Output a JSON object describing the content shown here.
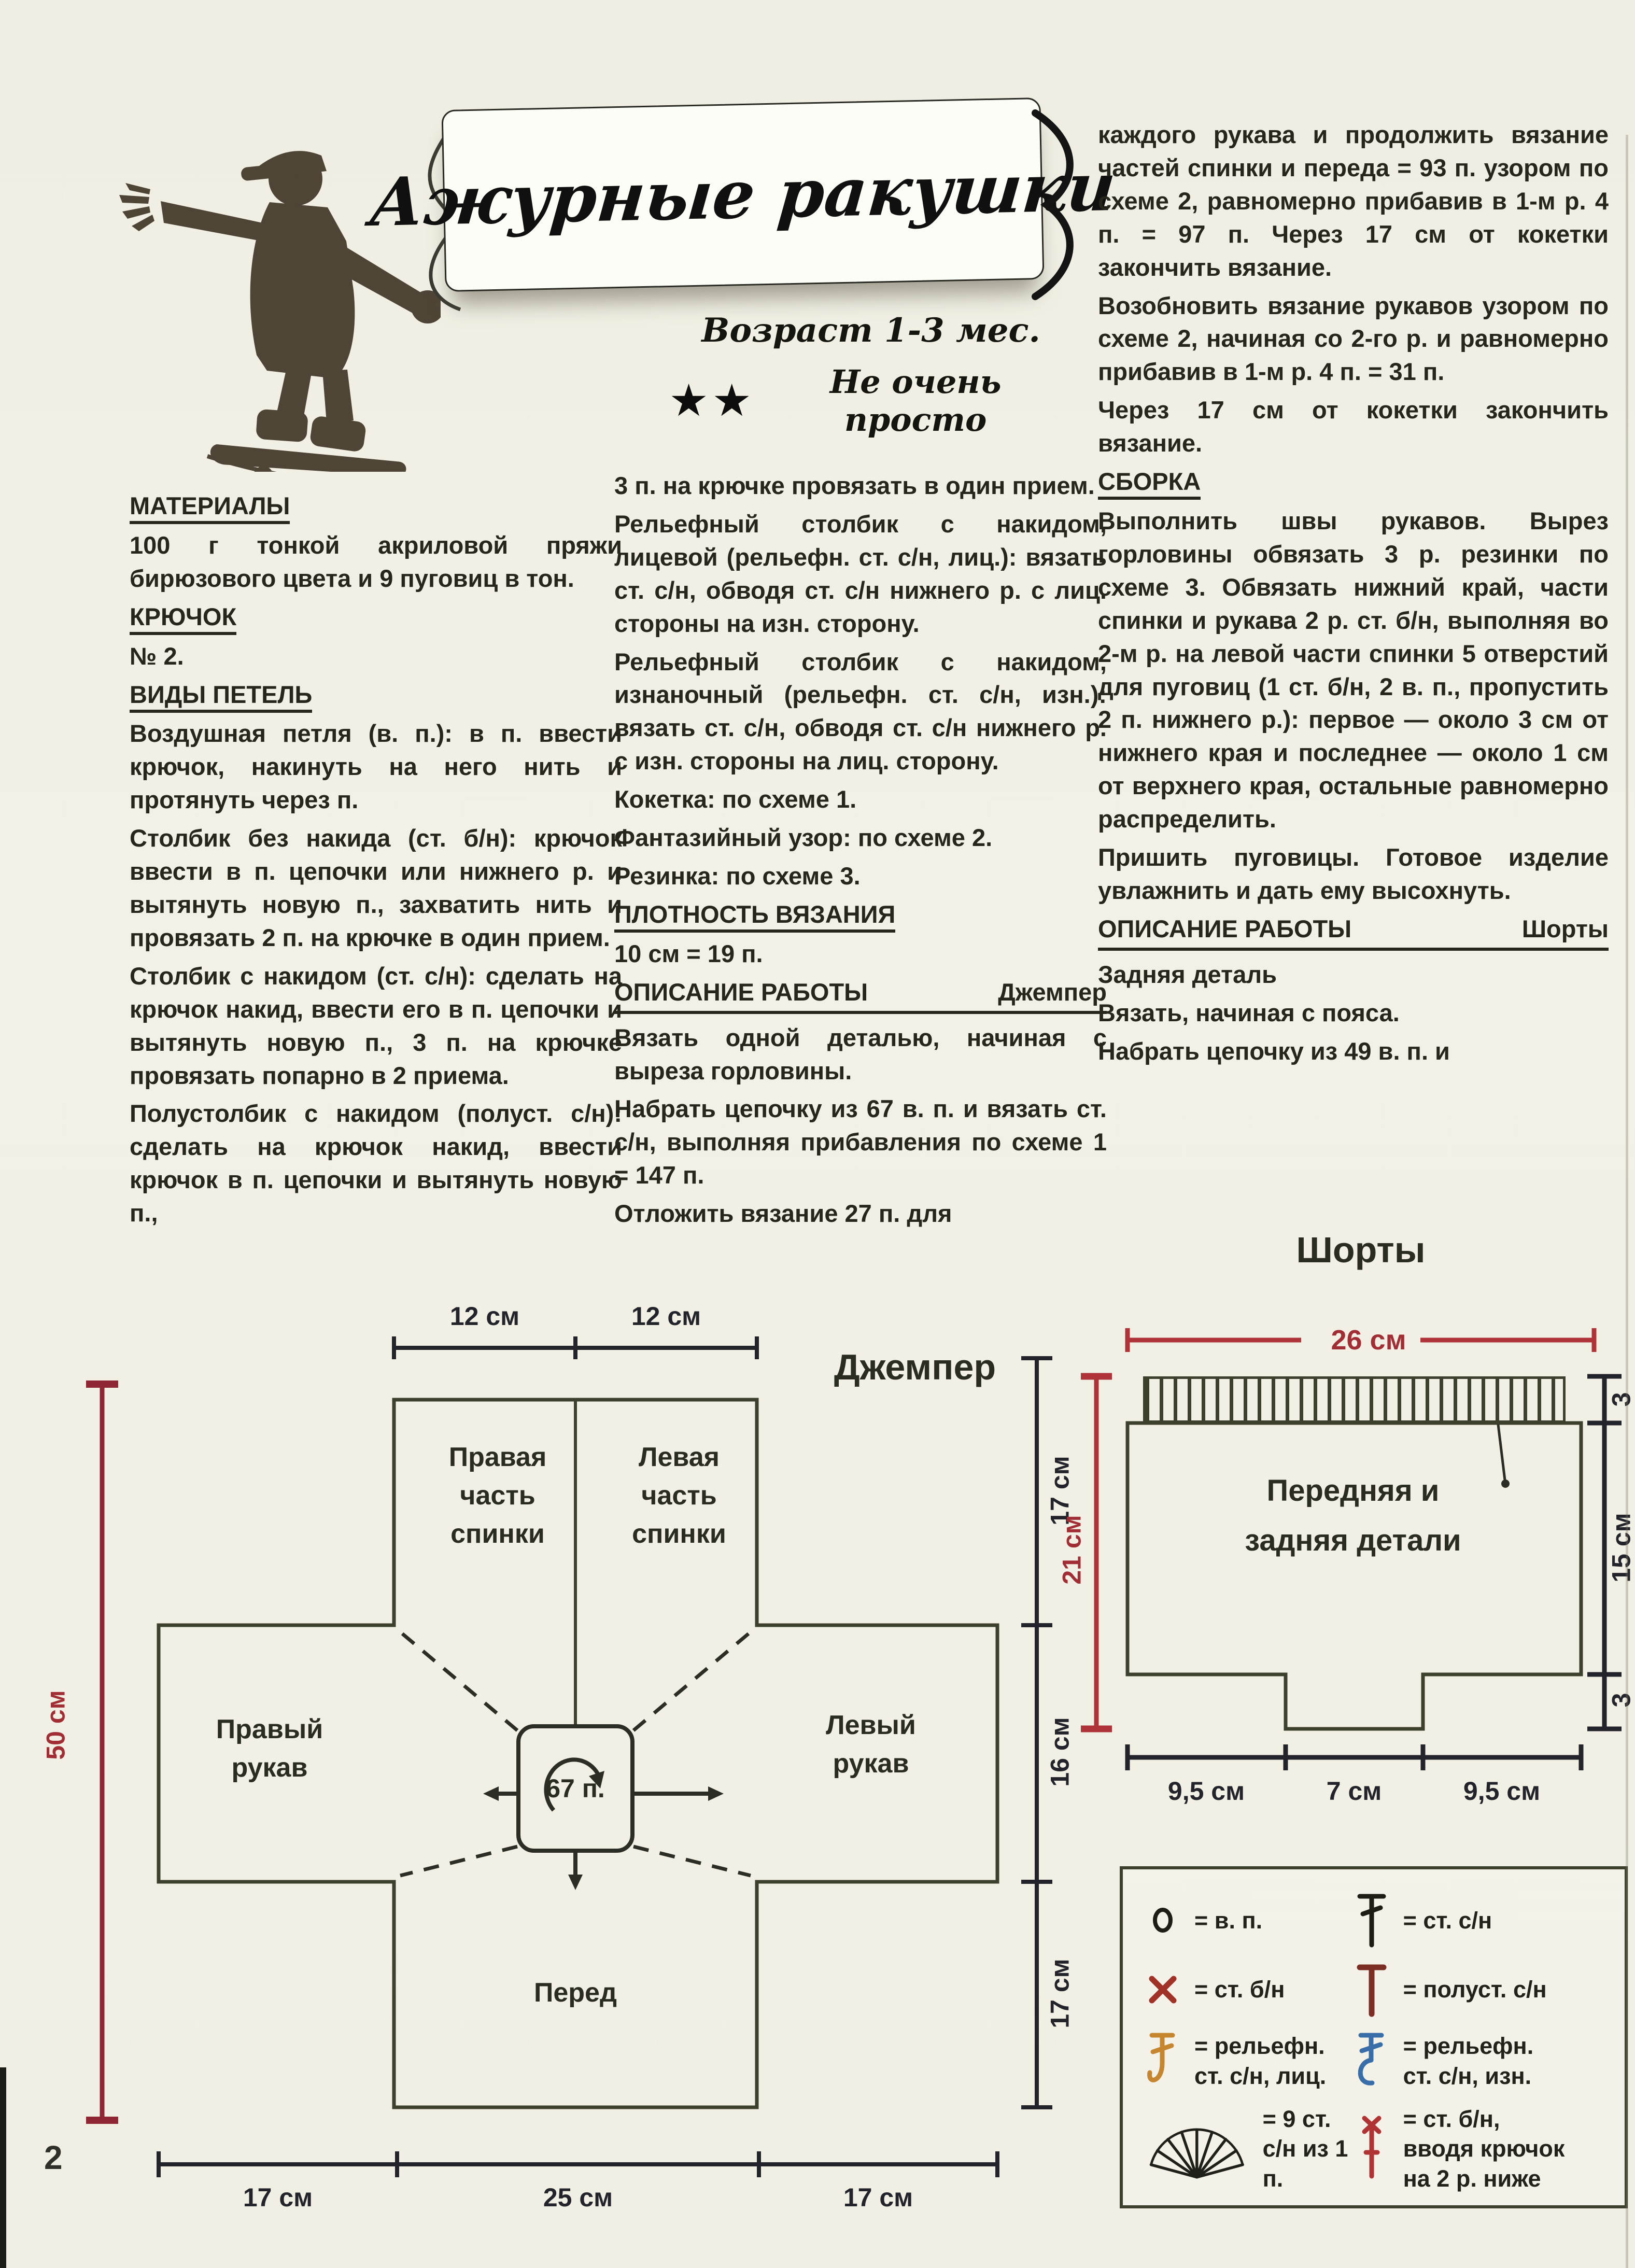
{
  "page": {
    "number": "2"
  },
  "header": {
    "title_script": "Ажурные ракушки",
    "age_line": "Возраст 1-3 мес.",
    "difficulty_stars": "★★",
    "difficulty_text": "Не очень просто"
  },
  "colors": {
    "paper": "#f2f0e5",
    "ink": "#26261d",
    "diagram_olive": "#3e402e",
    "measure_dark": "#22232b",
    "measure_red": "#a12e35",
    "legend_orange": "#c6862f",
    "legend_blue": "#3a6ea8",
    "legend_red": "#b13434",
    "legend_maroon": "#7d2e24"
  },
  "cols": {
    "c1": {
      "h_materials": "МАТЕРИАЛЫ",
      "p_materials": "100 г тонкой акриловой пряжи бирюзового цвета и 9 пуговиц в тон.",
      "h_hook": "КРЮЧОК",
      "p_hook": "№ 2.",
      "h_stitches": "ВИДЫ ПЕТЕЛЬ",
      "p1_lead": "Воздушная петля (в. п.):",
      "p1_rest": "в п. ввести крючок, накинуть на него нить и протянуть через п.",
      "p2_lead": "Столбик без накида (ст. б/н):",
      "p2_rest": "крючок ввести в п. цепочки или нижнего р. и вытянуть новую п., захватить нить и провязать 2 п. на крючке в один прием.",
      "p3_lead": "Столбик с накидом (ст. с/н):",
      "p3_rest": "сделать на крючок накид, ввести его в п. цепочки и вытянуть новую п., 3 п. на крючке провязать попарно в 2 приема.",
      "p4_lead": "Полустолбик с накидом (полуст. с/н):",
      "p4_rest": "сделать на крючок накид, ввести крючок в п. цепочки и вытянуть новую п.,"
    },
    "c2": {
      "p0": "3 п. на крючке провязать в один прием.",
      "p1_lead": "Рельефный столбик с накидом, лицевой (рельефн. ст. с/н, лиц.):",
      "p1_rest": "вязать ст. с/н, обводя ст. с/н нижнего р. с лиц. стороны на изн. сторону.",
      "p2_lead": "Рельефный столбик с накидом, изнаночный (рельефн. ст. с/н, изн.):",
      "p2_rest": "вязать ст. с/н, обводя ст. с/н нижнего р. с изн. стороны на лиц. сторону.",
      "p3_lead": "Кокетка:",
      "p3_rest": "по схеме 1.",
      "p4_lead": "Фантазийный узор:",
      "p4_rest": "по схеме 2.",
      "p5_lead": "Резинка:",
      "p5_rest": "по схеме 3.",
      "h_gauge": "ПЛОТНОСТЬ ВЯЗАНИЯ",
      "p_gauge": "10 см = 19 п.",
      "h_work": "ОПИСАНИЕ РАБОТЫ",
      "h_work_item": "Джемпер",
      "p6": "Вязать одной деталью, начиная с выреза горловины.",
      "p7": "Набрать цепочку из 67 в. п. и вязать ст. с/н, выполняя прибавления по схеме 1 = 147 п.",
      "p8": "Отложить вязание 27 п. для"
    },
    "c3": {
      "p0": "каждого рукава и продолжить вязание частей спинки и переда = 93 п. узором по схеме 2, равномерно прибавив в 1-м р. 4 п. = 97 п. Через 17 см от кокетки закончить вязание.",
      "p1": "Возобновить вязание рукавов узором по схеме 2, начиная со 2-го р. и равномерно прибавив в 1-м р. 4 п. = 31 п.",
      "p2": "Через 17 см от кокетки закончить вязание.",
      "h_assembly": "СБОРКА",
      "p3": "Выполнить швы рукавов. Вырез горловины обвязать 3 р. резинки по схеме 3. Обвязать нижний край, части спинки и рукава 2 р. ст. б/н, выполняя во 2-м р. на левой части спинки 5 отверстий для пуговиц (1 ст. б/н, 2 в. п., пропустить 2 п. нижнего р.): первое — около 3 см от нижнего края и последнее — около 1 см от верхнего края, остальные равномерно распределить.",
      "p4": "Пришить пуговицы. Готовое изделие увлажнить и дать ему высохнуть.",
      "h_work": "ОПИСАНИЕ РАБОТЫ",
      "h_work_item": "Шорты",
      "p5": "Задняя деталь",
      "p6": "Вязать, начиная с пояса.",
      "p7": "Набрать цепочку из 49 в. п. и"
    }
  },
  "jumper": {
    "title": "Джемпер",
    "top_measure_left": "12 см",
    "top_measure_right": "12 см",
    "right_measure_top": "17 см",
    "right_measure_mid": "16 см",
    "right_measure_bottom": "17 см",
    "left_measure": "50 см",
    "bottom_measure_left": "17 см",
    "bottom_measure_mid": "25 см",
    "bottom_measure_right": "17 см",
    "label_right_back": "Правая\nчасть\nспинки",
    "label_left_back": "Левая\nчасть\nспинки",
    "label_right_sleeve": "Правый\nрукав",
    "label_left_sleeve": "Левый\nрукав",
    "label_front": "Перед",
    "center_stitches": "67 п."
  },
  "shorts": {
    "title": "Шорты",
    "top_measure": "26 см",
    "left_measure": "21 см",
    "right_measure_top": "3",
    "right_measure_mid": "15 см",
    "right_measure_bottom": "3",
    "bottom_measure_left": "9,5 см",
    "bottom_measure_mid": "7 см",
    "bottom_measure_right": "9,5 см",
    "label_body": "Передняя и\nзадняя детали"
  },
  "legend": {
    "chain": "= в. п.",
    "dc": "= ст. с/н",
    "sc": "= ст. б/н",
    "hdc": "= полуст. с/н",
    "relief_front": "= рельефн.\nст. с/н, лиц.",
    "relief_back": "= рельефн.\nст. с/н, изн.",
    "fan": "= 9 ст.\nс/н из 1 п.",
    "sc_below": "= ст. б/н,\nвводя крючок\nна 2 р. ниже"
  }
}
